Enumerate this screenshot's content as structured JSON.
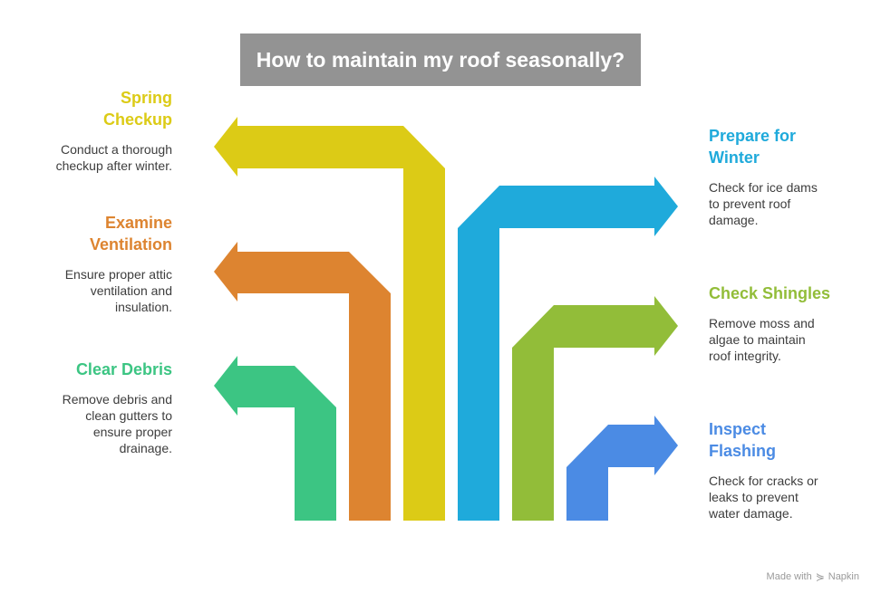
{
  "title": "How to maintain my roof seasonally?",
  "steps": [
    {
      "heading": "Spring Checkup",
      "description": "Conduct a thorough checkup after winter.",
      "color": "#dccb16",
      "side": "left"
    },
    {
      "heading": "Examine Ventilation",
      "description": "Ensure proper attic ventilation and insulation.",
      "color": "#dd8430",
      "side": "left"
    },
    {
      "heading": "Clear Debris",
      "description": "Remove debris and clean gutters to ensure proper drainage.",
      "color": "#3cc583",
      "side": "left"
    },
    {
      "heading": "Prepare for Winter",
      "description": "Check for ice dams to prevent roof damage.",
      "color": "#1faadb",
      "side": "right"
    },
    {
      "heading": "Check Shingles",
      "description": "Remove moss and algae to maintain roof integrity.",
      "color": "#92bd39",
      "side": "right"
    },
    {
      "heading": "Inspect Flashing",
      "description": "Check for cracks or leaks to prevent water damage.",
      "color": "#4b8be4",
      "side": "right"
    }
  ],
  "watermark": {
    "text": "Made with",
    "brand": "Napkin",
    "icon": "napkin-logo-icon"
  }
}
